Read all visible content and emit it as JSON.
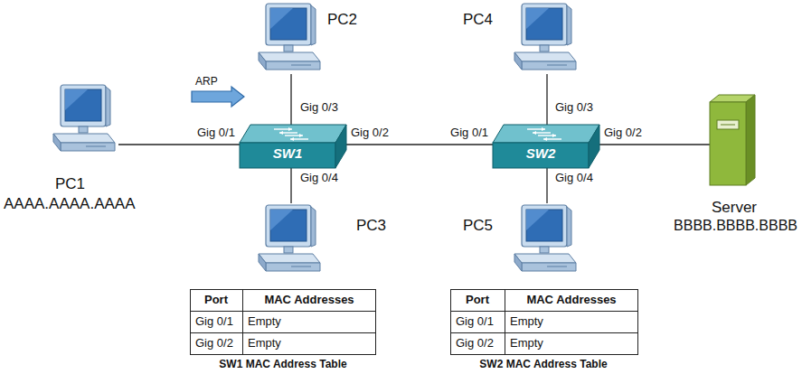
{
  "diagram": {
    "nodes": [
      {
        "text": [
          "PC2"
        ]
      },
      {
        "text": [
          "PC4"
        ]
      },
      {
        "text": [
          "PC1",
          "AAAA.AAAA.AAAA"
        ]
      },
      {
        "text": [
          "SW1"
        ]
      },
      {
        "text": [
          "SW2"
        ]
      },
      {
        "text": [
          "Server",
          "BBBB.BBBB.BBBB"
        ]
      },
      {
        "text": [
          "PC3"
        ]
      },
      {
        "text": [
          "PC5"
        ]
      }
    ],
    "edges": [
      {
        "from": 2,
        "to": 3,
        "arrow": "none"
      },
      {
        "from": 0,
        "to": 3,
        "arrow": "none"
      },
      {
        "from": 6,
        "to": 3,
        "arrow": "none"
      },
      {
        "from": 3,
        "to": 4,
        "arrow": "none"
      },
      {
        "from": 1,
        "to": 4,
        "arrow": "none"
      },
      {
        "from": 7,
        "to": 4,
        "arrow": "none"
      },
      {
        "from": 4,
        "to": 5,
        "arrow": "none"
      }
    ],
    "labels": [
      "ARP",
      "Gig 0/1",
      "Gig 0/3",
      "Gig 0/2",
      "Gig 0/4",
      "Gig 0/1",
      "Gig 0/3",
      "Gig 0/2",
      "Gig 0/4",
      "Port",
      "MAC Addresses",
      "Gig 0/1",
      "Empty",
      "Gig 0/2",
      "Empty",
      "SW1 MAC Address Table",
      "Port",
      "MAC Addresses",
      "Gig 0/1",
      "Empty",
      "Gig 0/2",
      "Empty",
      "SW2 MAC Address Table"
    ]
  }
}
